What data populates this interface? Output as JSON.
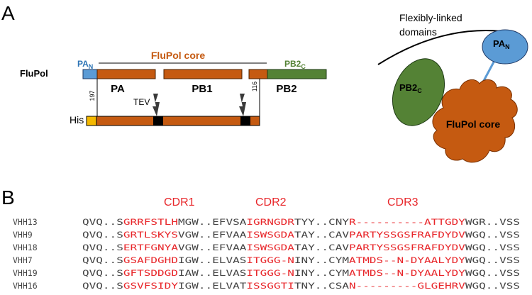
{
  "panel_a": {
    "label": "A",
    "flupol_label": "FluPol",
    "core_header": "FluPol core",
    "pa_n": {
      "main": "PA",
      "sub": "N"
    },
    "pb2_c": {
      "main": "PB2",
      "sub": "C"
    },
    "pa_label": "PA",
    "pb1_label": "PB1",
    "pb2_label": "PB2",
    "tick_197": "197",
    "tick_116": "116",
    "tev_label": "TEV",
    "his_label": "His",
    "flexible_line1": "Flexibly-linked",
    "flexible_line2": "domains",
    "blob_label": "FluPol core",
    "ellipse_pb2c": {
      "main": "PB2",
      "sub": "C"
    },
    "ellipse_pan": {
      "main": "PA",
      "sub": "N"
    },
    "colors": {
      "orange": "#c55a11",
      "green": "#548235",
      "blue": "#5b9bd5",
      "pan_text": "#2e75b6",
      "pb2c_text": "#385723",
      "his_tag": "#f4b800",
      "red": "#e8262a"
    }
  },
  "panel_b": {
    "label": "B",
    "headers": [
      "CDR1",
      "CDR2",
      "CDR3"
    ],
    "rows": [
      {
        "name": "VHH13",
        "seg": [
          "QVQ..S",
          "GRRFSTLH",
          "MGW..EFVSA",
          "IGRNGDR",
          "TYY..CNY",
          "R----------ATTGDY",
          "WGR..VSS"
        ]
      },
      {
        "name": "VHH9",
        "seg": [
          "QVQ..S",
          "GRTLSKYS",
          "VGW..EFVAA",
          "ISWSGDA",
          "TAY..CAV",
          "PARTYSSGSFRAFDYDV",
          "WGQ..VSS"
        ]
      },
      {
        "name": "VHH18",
        "seg": [
          "QVQ..S",
          "ERTFGNYA",
          "VGW..EFVAA",
          "ISWSGDA",
          "TAY..CAV",
          "PARTYSSGSFRAFDYDV",
          "WGQ..VSS"
        ]
      },
      {
        "name": "VHH7",
        "seg": [
          "QVQ..S",
          "GSAFDGHD",
          "IGW..ELVAS",
          "ITGGG-N",
          "INY..CYM",
          "ATMDS--N-DYAALYDY",
          "WGQ..VSS"
        ]
      },
      {
        "name": "VHH19",
        "seg": [
          "QVQ..S",
          "GFTSDDGD",
          "IAW..ELVAS",
          "ITGGG-N",
          "INY..CYM",
          "ATMDS--N-DYAALYDY",
          "WGQ..VSS"
        ]
      },
      {
        "name": "VHH16",
        "seg": [
          "QVQ..S",
          "GSVFSIDY",
          "IGW..ELVAT",
          "ISSGGTI",
          "TNY..CSA",
          "N---------GLGEHRV",
          "WGQ..VSS"
        ]
      }
    ]
  }
}
